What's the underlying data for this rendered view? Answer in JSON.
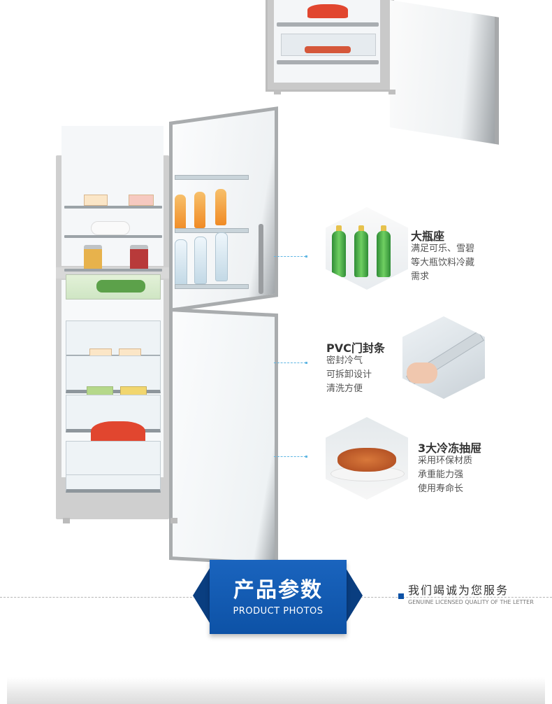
{
  "features": [
    {
      "title": "大瓶座",
      "lines": [
        "满足可乐、雪碧",
        "等大瓶饮料冷藏",
        "需求"
      ]
    },
    {
      "title": "PVC门封条",
      "lines": [
        "密封冷气",
        "可拆卸设计",
        "清洗方便"
      ]
    },
    {
      "title": "3大冷冻抽屉",
      "lines": [
        "采用环保材质",
        "承重能力强",
        "使用寿命长"
      ]
    }
  ],
  "banner": {
    "title_cn": "产品参数",
    "title_en": "PRODUCT PHOTOS",
    "slogan_cn": "我们竭诚为您服务",
    "slogan_en": "GENUINE LICENSED QUALITY OF THE LETTER"
  },
  "colors": {
    "accent_blue": "#0d52a6",
    "leader_blue": "#5fb6e3",
    "bottle_green": "#2f8c36"
  }
}
